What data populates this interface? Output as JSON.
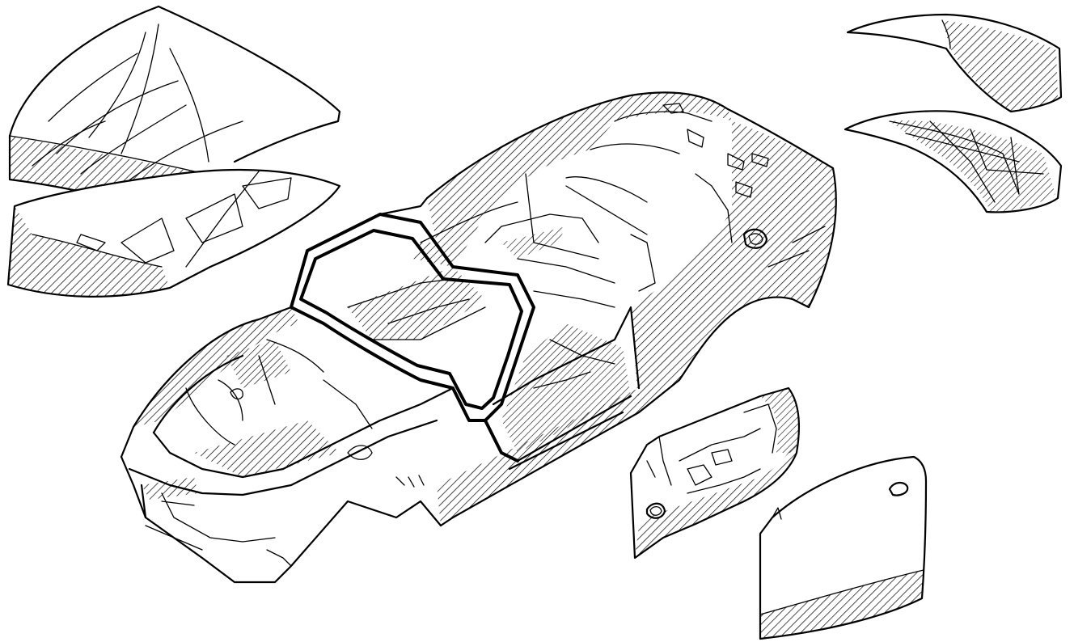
{
  "colors": {
    "ink": "#000000",
    "paper": "#ffffff"
  },
  "parts": [
    {
      "id": "hood",
      "icon": "hood-panel-icon"
    },
    {
      "id": "body-shell",
      "icon": "car-body-shell-icon"
    },
    {
      "id": "rear-fender",
      "icon": "rear-fender-panel-icon"
    },
    {
      "id": "door",
      "icon": "door-panel-icon"
    }
  ]
}
